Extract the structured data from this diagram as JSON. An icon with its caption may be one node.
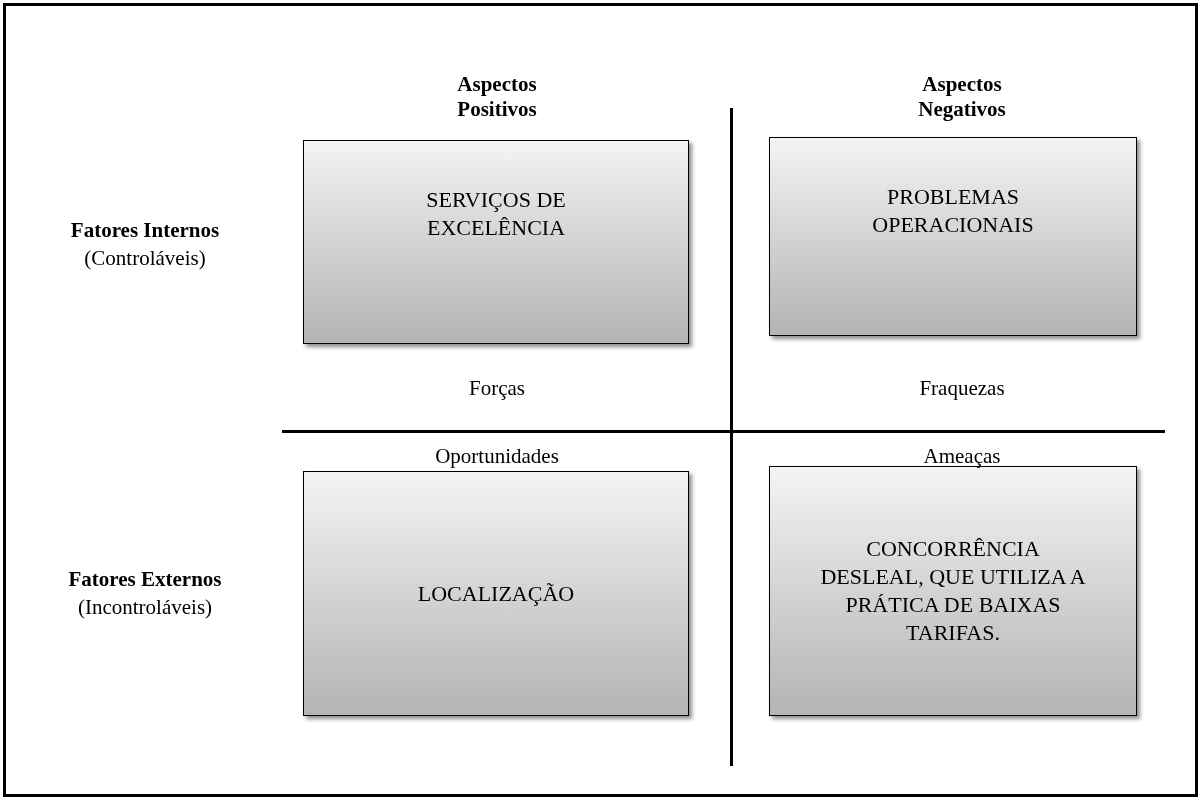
{
  "diagram": {
    "nodes": [
      {
        "text": [
          "SERVIÇOS DE EXCELÊNCIA"
        ]
      },
      {
        "text": [
          "PROBLEMAS OPERACIONAIS"
        ]
      },
      {
        "text": [
          "LOCALIZAÇÃO"
        ]
      },
      {
        "text": [
          "CONCORRÊNCIA DESLEAL, QUE UTILIZA A PRÁTICA DE BAIXAS TARIFAS."
        ]
      }
    ],
    "labels": [
      "Aspectos Positivos",
      "Aspectos Negativos",
      "Fatores Internos",
      "(Controláveis)",
      "Forças",
      "Fraquezas",
      "Oportunidades",
      "Ameaças",
      "Fatores Externos",
      "(Incontroláveis)"
    ]
  }
}
